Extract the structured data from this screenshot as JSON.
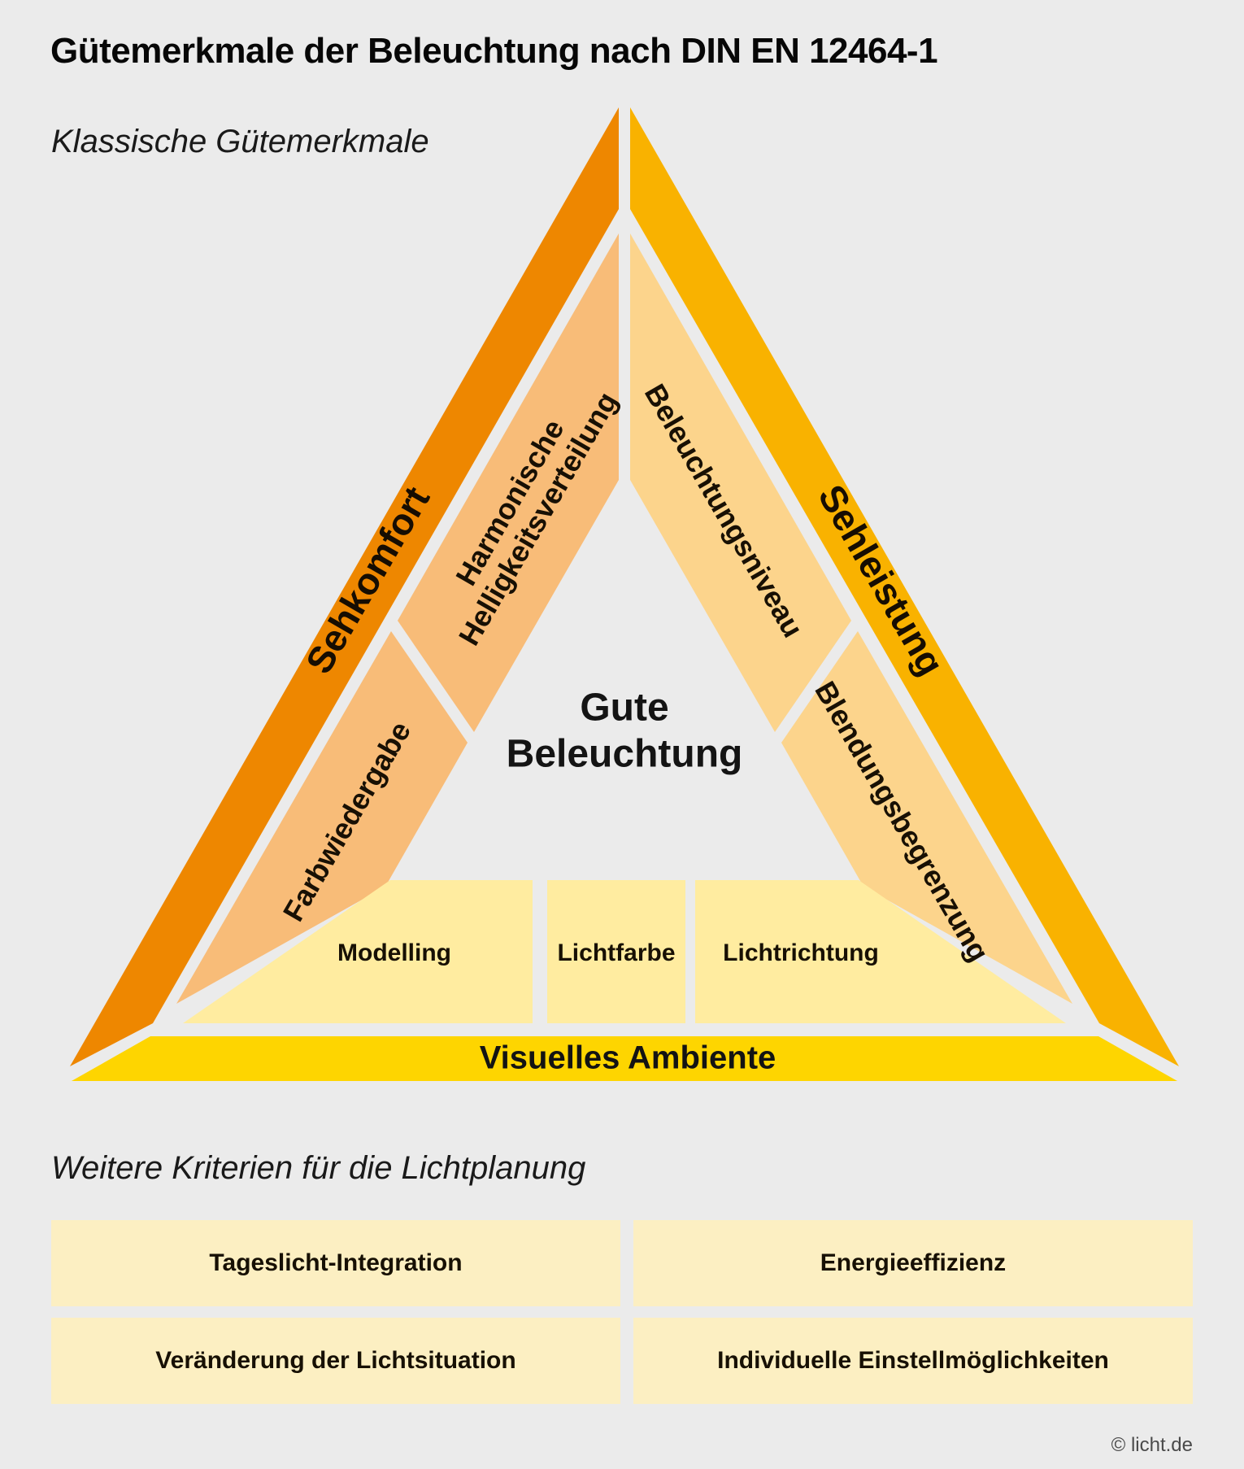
{
  "title": "Gütemerkmale der Beleuchtung nach DIN EN 12464-1",
  "sections": {
    "classic_heading": "Klassische Gütemerkmale",
    "additional_heading": "Weitere Kriterien für die Lichtplanung"
  },
  "triangle": {
    "center_label": {
      "line1": "Gute",
      "line2": "Beleuchtung"
    },
    "sides": {
      "left": "Sehkomfort",
      "right": "Sehleistung",
      "bottom": "Visuelles Ambiente"
    },
    "segments": {
      "harmonische": {
        "line1": "Harmonische",
        "line2": "Helligkeitsverteilung"
      },
      "farbwiedergabe": "Farbwiedergabe",
      "beleuchtungsniveau": "Beleuchtungsniveau",
      "blendungsbegrenzung": "Blendungsbegrenzung",
      "modelling": "Modelling",
      "lichtfarbe": "Lichtfarbe",
      "lichtrichtung": "Lichtrichtung"
    }
  },
  "additional_criteria": [
    "Tageslicht-Integration",
    "Energieeffizienz",
    "Veränderung der Lichtsituation",
    "Individuelle Einstellmöglichkeiten"
  ],
  "footer": {
    "copyright": "© licht.de"
  },
  "colors": {
    "background": "#ebebeb",
    "side_left_band": "#ee8700",
    "side_right_band": "#f9b200",
    "bottom_band": "#fed500",
    "segment_left": "#f8bc78",
    "segment_right": "#fcd48c",
    "segment_bottom": "#ffeca0",
    "criteria_box": "#fcefc2",
    "text": "#141414"
  }
}
